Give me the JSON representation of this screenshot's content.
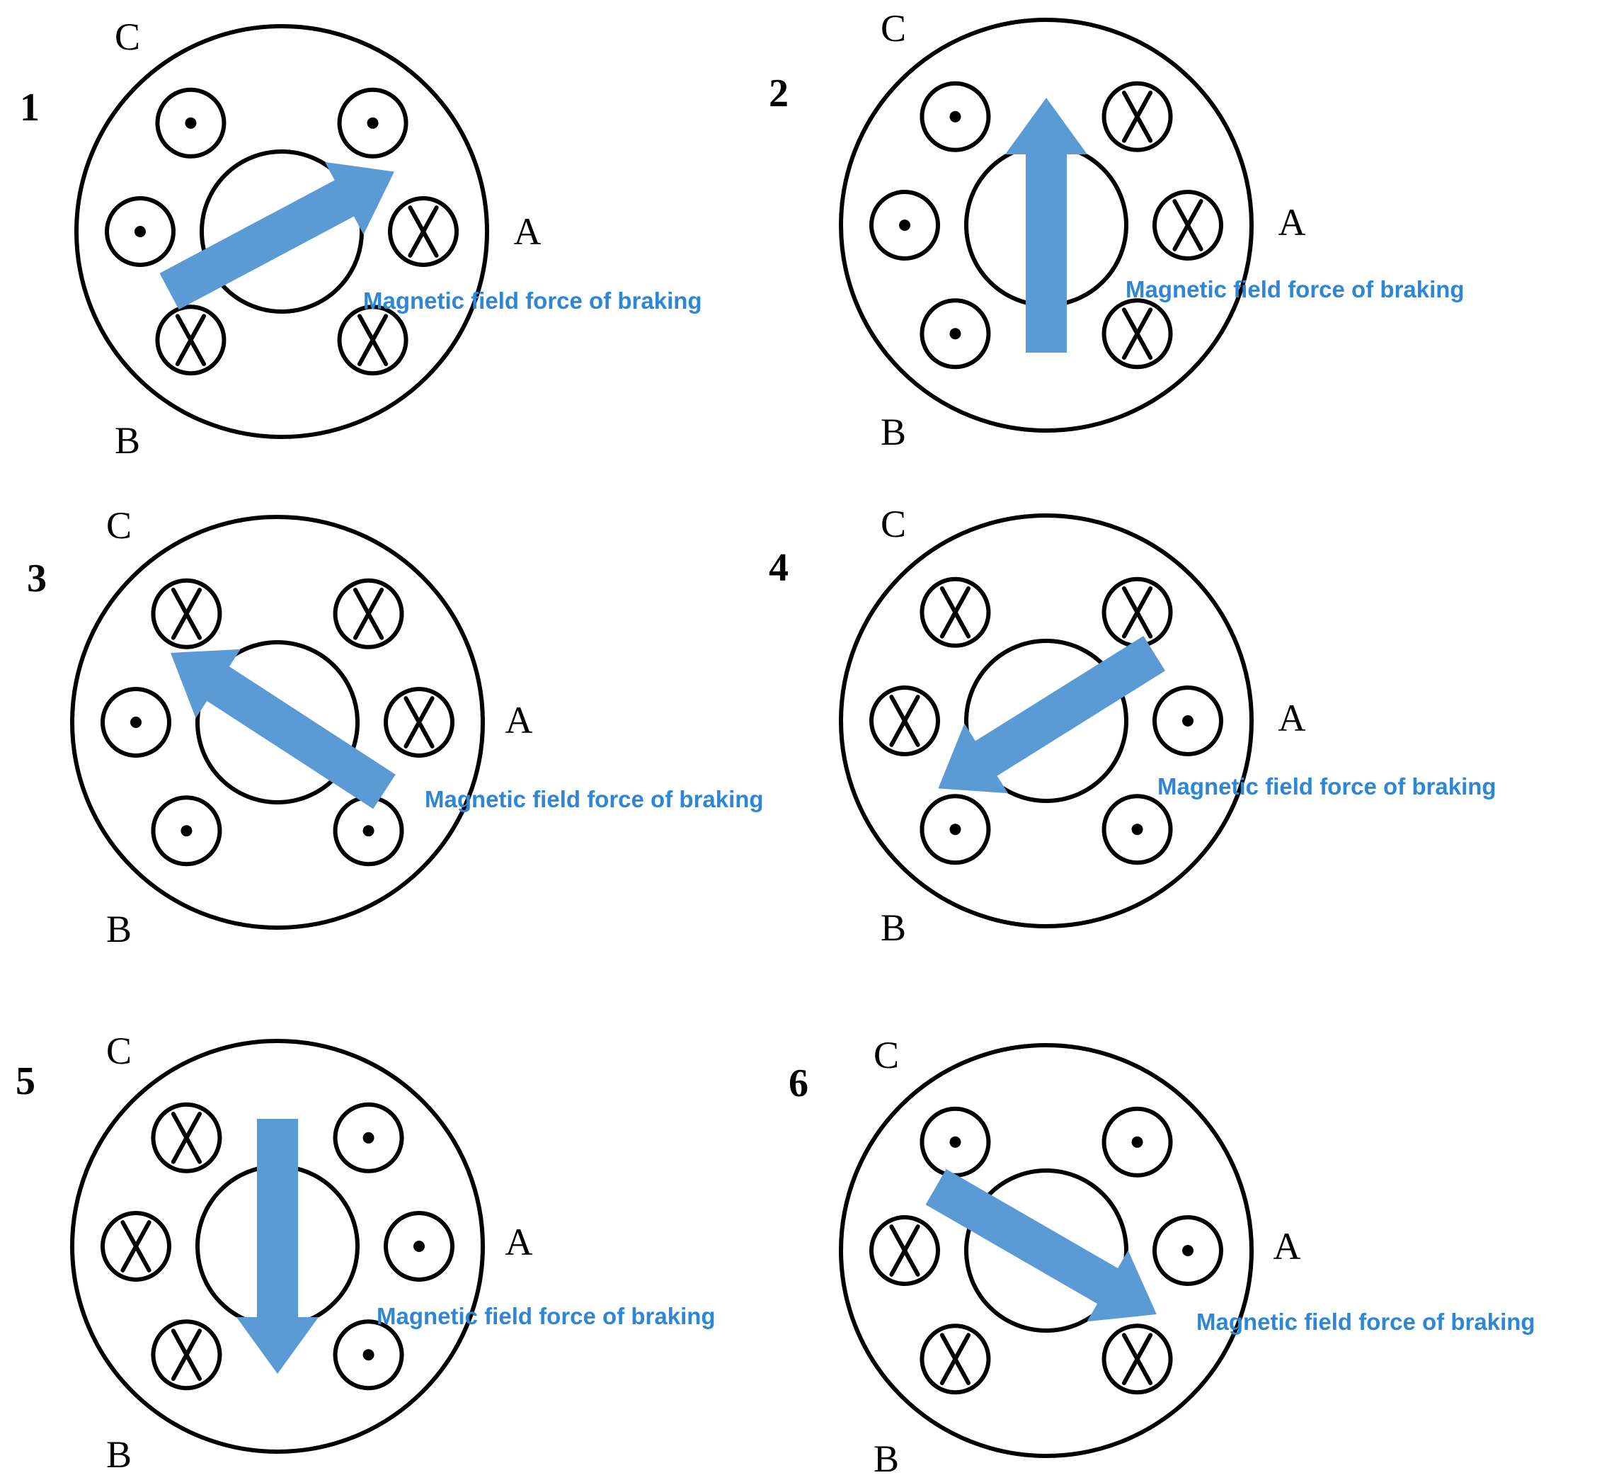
{
  "labels": {
    "phase_a": "A",
    "phase_b": "B",
    "phase_c": "C",
    "caption": "Magnetic field force of braking"
  },
  "arrow_color": "#5b9bd5",
  "caption_color": "#2e86d6",
  "slot_order": [
    "upper-left",
    "upper-right",
    "right",
    "lower-right",
    "lower-left",
    "left"
  ],
  "panels": [
    {
      "number": "1",
      "slots": [
        "dot",
        "dot",
        "cross",
        "cross",
        "cross",
        "dot"
      ],
      "arrow_direction_deg": 28
    },
    {
      "number": "2",
      "slots": [
        "dot",
        "cross",
        "cross",
        "cross",
        "dot",
        "dot"
      ],
      "arrow_direction_deg": 90
    },
    {
      "number": "3",
      "slots": [
        "cross",
        "cross",
        "cross",
        "dot",
        "dot",
        "dot"
      ],
      "arrow_direction_deg": 147
    },
    {
      "number": "4",
      "slots": [
        "cross",
        "cross",
        "dot",
        "dot",
        "dot",
        "cross"
      ],
      "arrow_direction_deg": 212
    },
    {
      "number": "5",
      "slots": [
        "cross",
        "dot",
        "dot",
        "dot",
        "cross",
        "cross"
      ],
      "arrow_direction_deg": 270
    },
    {
      "number": "6",
      "slots": [
        "dot",
        "dot",
        "dot",
        "cross",
        "cross",
        "cross"
      ],
      "arrow_direction_deg": 330
    }
  ]
}
